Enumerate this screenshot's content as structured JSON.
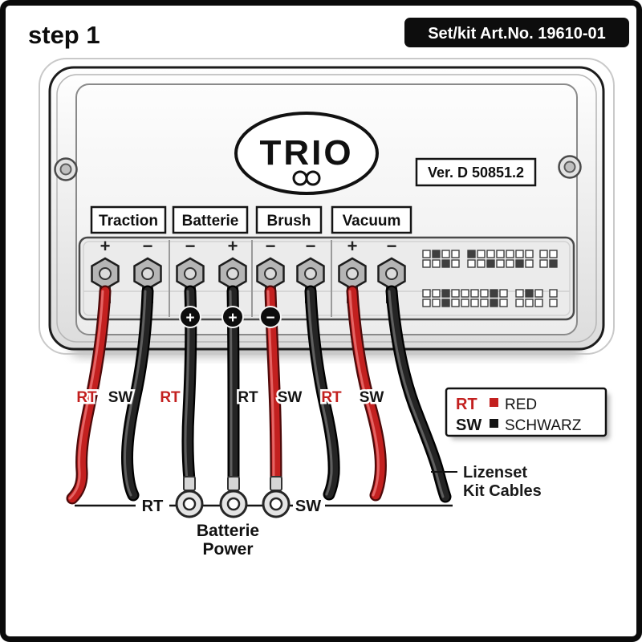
{
  "header": {
    "step_label": "step 1",
    "kit_badge": "Set/kit Art.No. 19610-01"
  },
  "device": {
    "brand": "TRIO",
    "version_label": "Ver. D 50851.2",
    "channels": [
      {
        "label": "Traction"
      },
      {
        "label": "Batterie"
      },
      {
        "label": "Brush"
      },
      {
        "label": "Vacuum"
      }
    ],
    "terminals": [
      {
        "polarity": "+"
      },
      {
        "polarity": "−"
      },
      {
        "polarity": "−",
        "badge": "+"
      },
      {
        "polarity": "+",
        "badge": "+"
      },
      {
        "polarity": "−",
        "badge": "−"
      },
      {
        "polarity": "−"
      },
      {
        "polarity": "+"
      },
      {
        "polarity": "−"
      }
    ]
  },
  "cable_labels": [
    {
      "text": "RT",
      "color": "#c3201f"
    },
    {
      "text": "SW",
      "color": "#141414"
    },
    {
      "text": "RT",
      "color": "#c3201f"
    },
    {
      "text": "RT",
      "color": "#141414"
    },
    {
      "text": "SW",
      "color": "#141414"
    },
    {
      "text": "RT",
      "color": "#c3201f"
    },
    {
      "text": "SW",
      "color": "#141414"
    }
  ],
  "bottom": {
    "rt_line_label": "RT",
    "sw_line_label": "SW",
    "battery_label_line1": "Batterie",
    "battery_label_line2": "Power",
    "kit_cables_line1": "Lizenset",
    "kit_cables_line2": "Kit Cables"
  },
  "legend": {
    "items": [
      {
        "abbr": "RT",
        "name": "RED",
        "swatch": "#c3201f"
      },
      {
        "abbr": "SW",
        "name": "SCHWARZ",
        "swatch": "#141414"
      }
    ]
  },
  "colors": {
    "red": "#c3201f",
    "black": "#242424"
  }
}
